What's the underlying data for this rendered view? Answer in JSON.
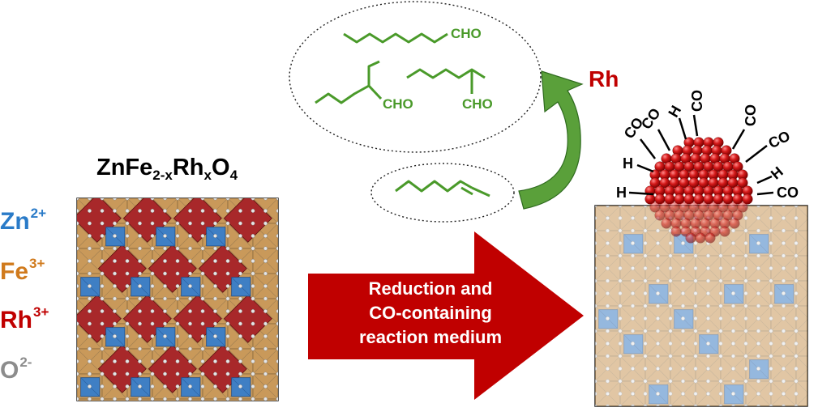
{
  "legend": {
    "zn": {
      "text": "Zn",
      "charge": "2+",
      "color": "#2a7bc8"
    },
    "fe": {
      "text": "Fe",
      "charge": "3+",
      "color": "#d07a1c"
    },
    "rh": {
      "text": "Rh",
      "charge": "3+",
      "color": "#c00000"
    },
    "o": {
      "text": "O",
      "charge": "2-",
      "color": "#8c8c8c"
    }
  },
  "formula": {
    "p1": "ZnFe",
    "s1": "2-x",
    "p2": "Rh",
    "s2": "x",
    "p3": "O",
    "s3": "4"
  },
  "arrow": {
    "line1": "Reduction and",
    "line2": "CO-containing",
    "line3": "reaction medium",
    "color": "#c00000"
  },
  "products": {
    "label1": "CHO",
    "label2": "CHO",
    "label3": "CHO"
  },
  "rh_label": "Rh",
  "adsorbates": {
    "co_1": "CO",
    "co_2": "CO",
    "h_1": "H",
    "co_3": "CO",
    "co_4": "CO",
    "co_5": "CO",
    "h_2": "H",
    "h_3": "H",
    "h_4": "H",
    "co_6": "CO"
  },
  "colors": {
    "molecule": "#4a9a2a",
    "curved_arrow": "#5aa03a",
    "octahedra": "#c9995a",
    "tetrahedra": "#3f7fc4",
    "rh_octahedra": "#a8282a",
    "rh_particle": "#d01818"
  }
}
